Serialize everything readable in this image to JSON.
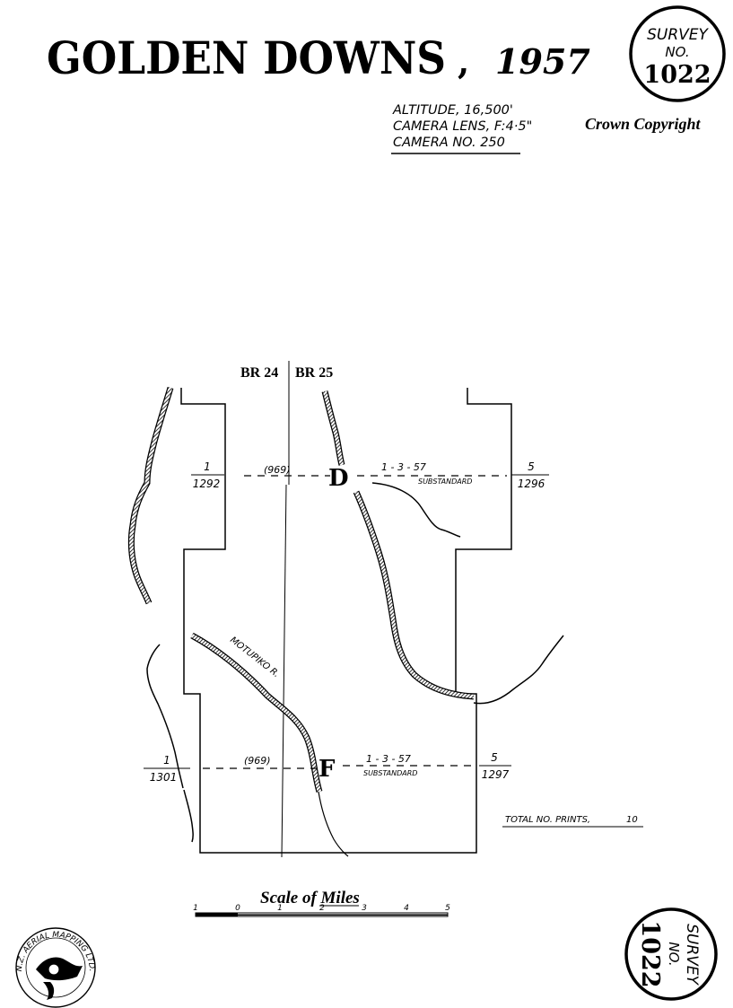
{
  "header": {
    "title": "GOLDEN DOWNS",
    "separator": ",",
    "year": "1957",
    "specs": [
      "ALTITUDE, 16,500'",
      "CAMERA LENS, F:4·5\"",
      "CAMERA NO. 250"
    ],
    "copyright": "Crown Copyright"
  },
  "survey_stamp": {
    "line1": "SURVEY",
    "line2": "NO.",
    "number": "1022"
  },
  "map": {
    "sheet_left": "BR 24",
    "sheet_right": "BR 25",
    "runs": [
      {
        "letter": "D",
        "start_frac_top": "1",
        "start_frac_bottom": "1292",
        "height": "(969)",
        "date": "1 - 3 - 57",
        "quality": "SUBSTANDARD",
        "end_frac_top": "5",
        "end_frac_bottom": "1296"
      },
      {
        "letter": "F",
        "start_frac_top": "1",
        "start_frac_bottom": "1301",
        "height": "(969)",
        "date": "1 - 3 - 57",
        "quality": "SUBSTANDARD",
        "end_frac_top": "5",
        "end_frac_bottom": "1297"
      }
    ],
    "river_label": "MOTUPIKO R.",
    "total_prints_label": "TOTAL NO. PRINTS,",
    "total_prints_value": "10"
  },
  "scale": {
    "title": "Scale of Miles",
    "ticks": [
      "1",
      "0",
      "1",
      "2",
      "3",
      "4",
      "5"
    ]
  },
  "logo": {
    "text": "N.Z. AERIAL MAPPING LTD."
  }
}
